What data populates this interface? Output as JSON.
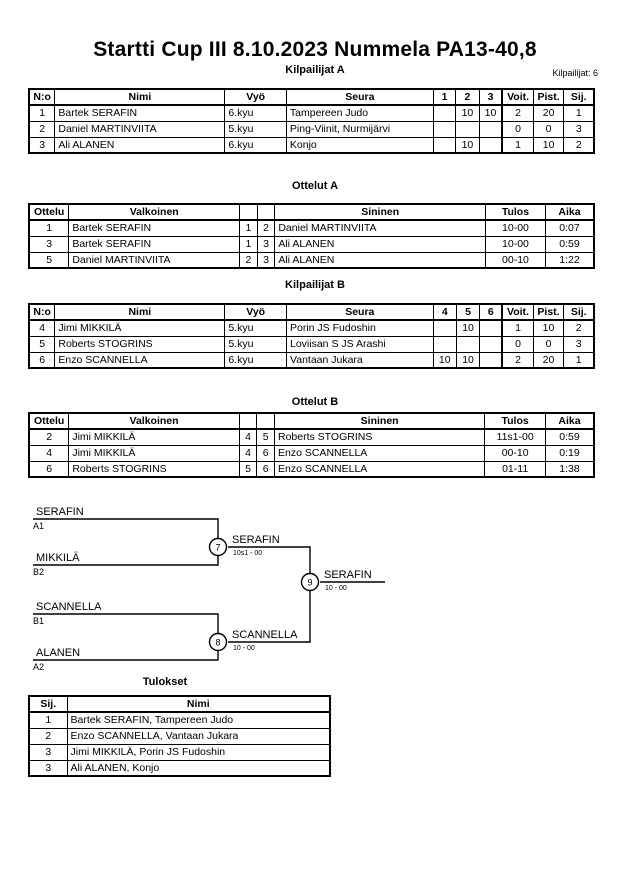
{
  "header": {
    "title": "Startti Cup III  8.10.2023  Nummela   PA13-40,8",
    "entrants_label": "Kilpailijat: 6"
  },
  "pools": [
    {
      "heading": "Kilpailijat A",
      "columns": [
        "N:o",
        "Nimi",
        "Vyö",
        "Seura",
        "1",
        "2",
        "3",
        "Voit.",
        "Pist.",
        "Sij."
      ],
      "rows": [
        {
          "no": "1",
          "name": "Bartek SERAFIN",
          "belt": "6.kyu",
          "club": "Tampereen Judo",
          "m": [
            "",
            "10",
            "10"
          ],
          "wins": "2",
          "points": "20",
          "rank": "1"
        },
        {
          "no": "2",
          "name": "Daniel MARTINVIITA",
          "belt": "5.kyu",
          "club": "Ping-Viinit, Nurmijärvi",
          "m": [
            "",
            "",
            ""
          ],
          "wins": "0",
          "points": "0",
          "rank": "3"
        },
        {
          "no": "3",
          "name": "Ali ALANEN",
          "belt": "6.kyu",
          "club": "Konjo",
          "m": [
            "",
            "10",
            ""
          ],
          "wins": "1",
          "points": "10",
          "rank": "2"
        }
      ]
    },
    {
      "heading": "Kilpailijat B",
      "columns": [
        "N:o",
        "Nimi",
        "Vyö",
        "Seura",
        "4",
        "5",
        "6",
        "Voit.",
        "Pist.",
        "Sij."
      ],
      "rows": [
        {
          "no": "4",
          "name": "Jimi MIKKILÄ",
          "belt": "5.kyu",
          "club": "Porin JS Fudoshin",
          "m": [
            "",
            "10",
            ""
          ],
          "wins": "1",
          "points": "10",
          "rank": "2"
        },
        {
          "no": "5",
          "name": "Roberts STOGRINS",
          "belt": "5.kyu",
          "club": "Loviisan S JS Arashi",
          "m": [
            "",
            "",
            ""
          ],
          "wins": "0",
          "points": "0",
          "rank": "3"
        },
        {
          "no": "6",
          "name": "Enzo SCANNELLA",
          "belt": "6.kyu",
          "club": "Vantaan Jukara",
          "m": [
            "10",
            "10",
            ""
          ],
          "wins": "2",
          "points": "20",
          "rank": "1"
        }
      ]
    }
  ],
  "match_tables": [
    {
      "heading": "Ottelut A",
      "columns": [
        "Ottelu",
        "Valkoinen",
        "",
        "",
        "Sininen",
        "Tulos",
        "Aika"
      ],
      "rows": [
        {
          "no": "1",
          "white": "Bartek SERAFIN",
          "wn": "1",
          "bn": "2",
          "blue": "Daniel MARTINVIITA",
          "result": "10-00",
          "time": "0:07"
        },
        {
          "no": "3",
          "white": "Bartek SERAFIN",
          "wn": "1",
          "bn": "3",
          "blue": "Ali ALANEN",
          "result": "10-00",
          "time": "0:59"
        },
        {
          "no": "5",
          "white": "Daniel MARTINVIITA",
          "wn": "2",
          "bn": "3",
          "blue": "Ali ALANEN",
          "result": "00-10",
          "time": "1:22"
        }
      ]
    },
    {
      "heading": "Ottelut B",
      "columns": [
        "Ottelu",
        "Valkoinen",
        "",
        "",
        "Sininen",
        "Tulos",
        "Aika"
      ],
      "rows": [
        {
          "no": "2",
          "white": "Jimi MIKKILÄ",
          "wn": "4",
          "bn": "5",
          "blue": "Roberts STOGRINS",
          "result": "11s1-00",
          "time": "0:59"
        },
        {
          "no": "4",
          "white": "Jimi MIKKILÄ",
          "wn": "4",
          "bn": "6",
          "blue": "Enzo SCANNELLA",
          "result": "00-10",
          "time": "0:19"
        },
        {
          "no": "6",
          "white": "Roberts STOGRINS",
          "wn": "5",
          "bn": "6",
          "blue": "Enzo SCANNELLA",
          "result": "01-11",
          "time": "1:38"
        }
      ]
    }
  ],
  "bracket": {
    "entries": [
      {
        "name": "SERAFIN",
        "seed": "A1"
      },
      {
        "name": "MIKKILÄ",
        "seed": "B2"
      },
      {
        "name": "SCANNELLA",
        "seed": "B1"
      },
      {
        "name": "ALANEN",
        "seed": "A2"
      }
    ],
    "semifinals": [
      {
        "number": "7",
        "winner": "SERAFIN",
        "score": "10s1 - 00"
      },
      {
        "number": "8",
        "winner": "SCANNELLA",
        "score": "10 - 00"
      }
    ],
    "final": {
      "number": "9",
      "winner": "SERAFIN",
      "score": "10 - 00"
    }
  },
  "results": {
    "heading": "Tulokset",
    "columns": [
      "Sij.",
      "Nimi"
    ],
    "rows": [
      {
        "rank": "1",
        "name": "Bartek SERAFIN, Tampereen Judo"
      },
      {
        "rank": "2",
        "name": "Enzo SCANNELLA, Vantaan Jukara"
      },
      {
        "rank": "3",
        "name": "Jimi MIKKILÄ, Porin JS Fudoshin"
      },
      {
        "rank": "3",
        "name": "Ali ALANEN, Konjo"
      }
    ]
  }
}
